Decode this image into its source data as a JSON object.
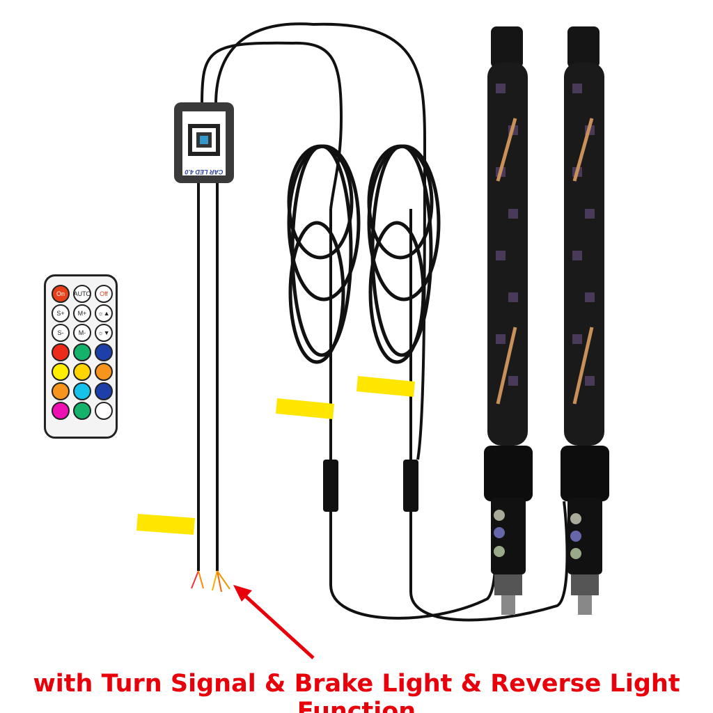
{
  "caption": "with Turn Signal & Brake Light & Reverse Light Function",
  "controller": {
    "label_text": "CAR LED 4.0",
    "icon": "qr-code-icon"
  },
  "remote": {
    "buttons": [
      {
        "label": "On",
        "color": "#e8401c",
        "text_color": "#ffffff"
      },
      {
        "label": "AUTO",
        "color": "#ffffff",
        "text_color": "#222222"
      },
      {
        "label": "Off",
        "color": "#ffffff",
        "text_color": "#e8401c"
      },
      {
        "label": "S+",
        "color": "#ffffff",
        "text_color": "#222222"
      },
      {
        "label": "M+",
        "color": "#ffffff",
        "text_color": "#222222"
      },
      {
        "label": "☼▲",
        "color": "#ffffff",
        "text_color": "#222222"
      },
      {
        "label": "S-",
        "color": "#ffffff",
        "text_color": "#222222"
      },
      {
        "label": "M-",
        "color": "#ffffff",
        "text_color": "#222222"
      },
      {
        "label": "☼▼",
        "color": "#ffffff",
        "text_color": "#222222"
      },
      {
        "label": "",
        "color": "#ee2a1b"
      },
      {
        "label": "",
        "color": "#14b26b"
      },
      {
        "label": "",
        "color": "#1c3faa"
      },
      {
        "label": "",
        "color": "#ffee00"
      },
      {
        "label": "",
        "color": "#ffd400"
      },
      {
        "label": "",
        "color": "#f7941d"
      },
      {
        "label": "",
        "color": "#f7941d"
      },
      {
        "label": "",
        "color": "#17c2ea"
      },
      {
        "label": "",
        "color": "#1c3faa"
      },
      {
        "label": "",
        "color": "#ee10b5"
      },
      {
        "label": "",
        "color": "#14b26b"
      },
      {
        "label": "",
        "color": "#ffffff"
      }
    ]
  },
  "colors": {
    "caption": "#e8000b",
    "arrow": "#e8000b",
    "tag": "#ffe600"
  }
}
